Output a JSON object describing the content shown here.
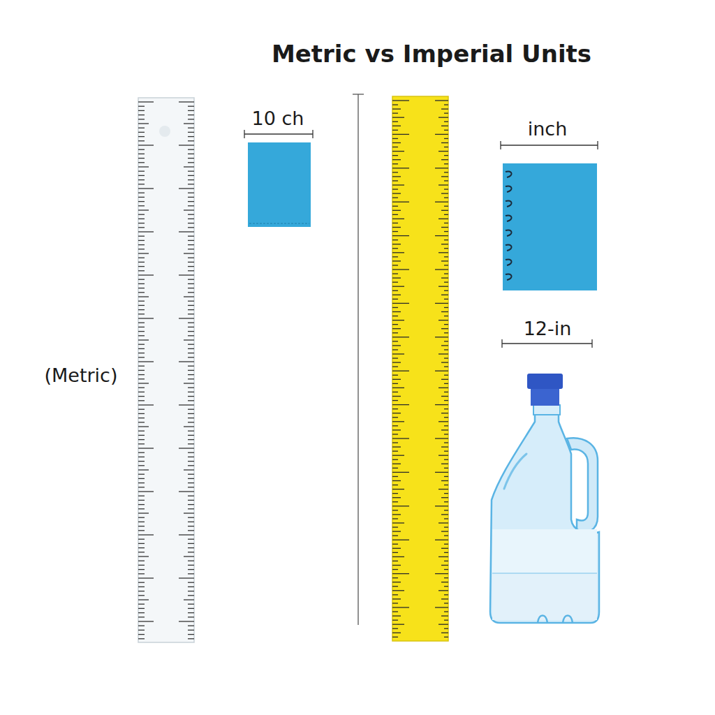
{
  "diagram": {
    "title": "Metric vs Imperial Units",
    "labels": [
      "10 ch",
      "inch",
      "12-in",
      "(Metric)"
    ]
  }
}
